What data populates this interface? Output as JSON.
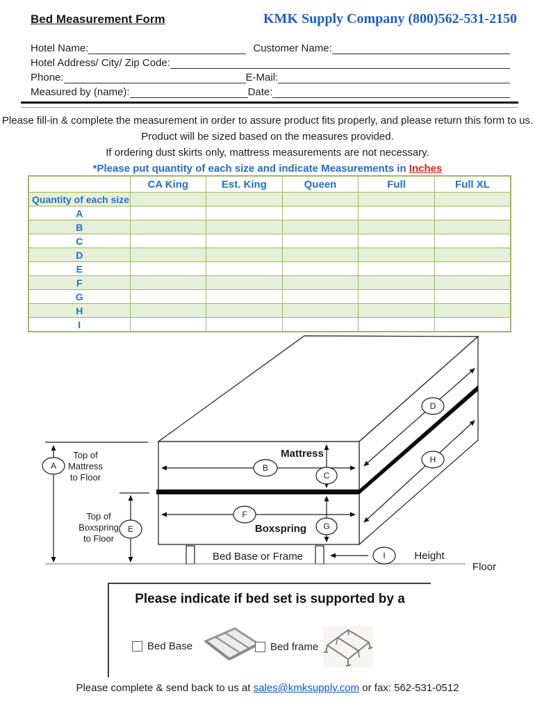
{
  "header": {
    "title": "Bed Measurement Form",
    "company": "KMK Supply Company (800)562-531-2150"
  },
  "fields": {
    "hotel_name": "Hotel Name:",
    "customer_name": "Customer Name:",
    "hotel_address": "Hotel Address/ City/ Zip Code:",
    "phone": "Phone:",
    "email": "E-Mail:",
    "measured_by": "Measured by (name):",
    "date": "Date:"
  },
  "instructions": {
    "line1": "Please fill-in & complete the measurement in order to assure product fits properly, and please return this form to us.",
    "line2": "Product will be sized based on the measures provided.",
    "line3": "If ordering dust skirts only, mattress measurements are not necessary.",
    "note_prefix": "*Please put quantity of each size and indicate Measurements in ",
    "note_emphasis": "Inches"
  },
  "table": {
    "columns": [
      "CA King",
      "Est. King",
      "Queen",
      "Full",
      "Full XL"
    ],
    "row_labels": [
      "Quantity of each size",
      "A",
      "B",
      "C",
      "D",
      "E",
      "F",
      "G",
      "H",
      "I"
    ]
  },
  "diagram": {
    "letters": [
      "A",
      "B",
      "C",
      "D",
      "E",
      "F",
      "G",
      "H",
      "I"
    ],
    "mattress": "Mattress",
    "boxspring": "Boxspring",
    "top_of_mattress": [
      "Top of",
      "Mattress",
      "to Floor"
    ],
    "top_of_boxspring": [
      "Top of",
      "Boxspring",
      "to Floor"
    ],
    "bed_base_or_frame": "Bed Base or Frame",
    "height": "Height",
    "floor": "Floor"
  },
  "support_box": {
    "title": "Please indicate if bed set is supported by a",
    "options": [
      {
        "label": "Bed Base"
      },
      {
        "label": "Bed frame"
      }
    ]
  },
  "footer": {
    "prefix": "Please complete & send back to us at ",
    "email_link": "sales@kmksupply.com",
    "suffix": " or fax: 562-531-0512"
  },
  "colors": {
    "company_blue": "#1b5ec9",
    "table_border_green": "#9bbb59",
    "table_fill_green": "#e6efd8",
    "table_text_blue": "#2173c2",
    "note_blue": "#1e6ec8",
    "inches_red": "#e42313",
    "mattress_blue": "#3d7fd4",
    "boxspring_red": "#cf4e2e",
    "link_blue": "#1155cc"
  }
}
